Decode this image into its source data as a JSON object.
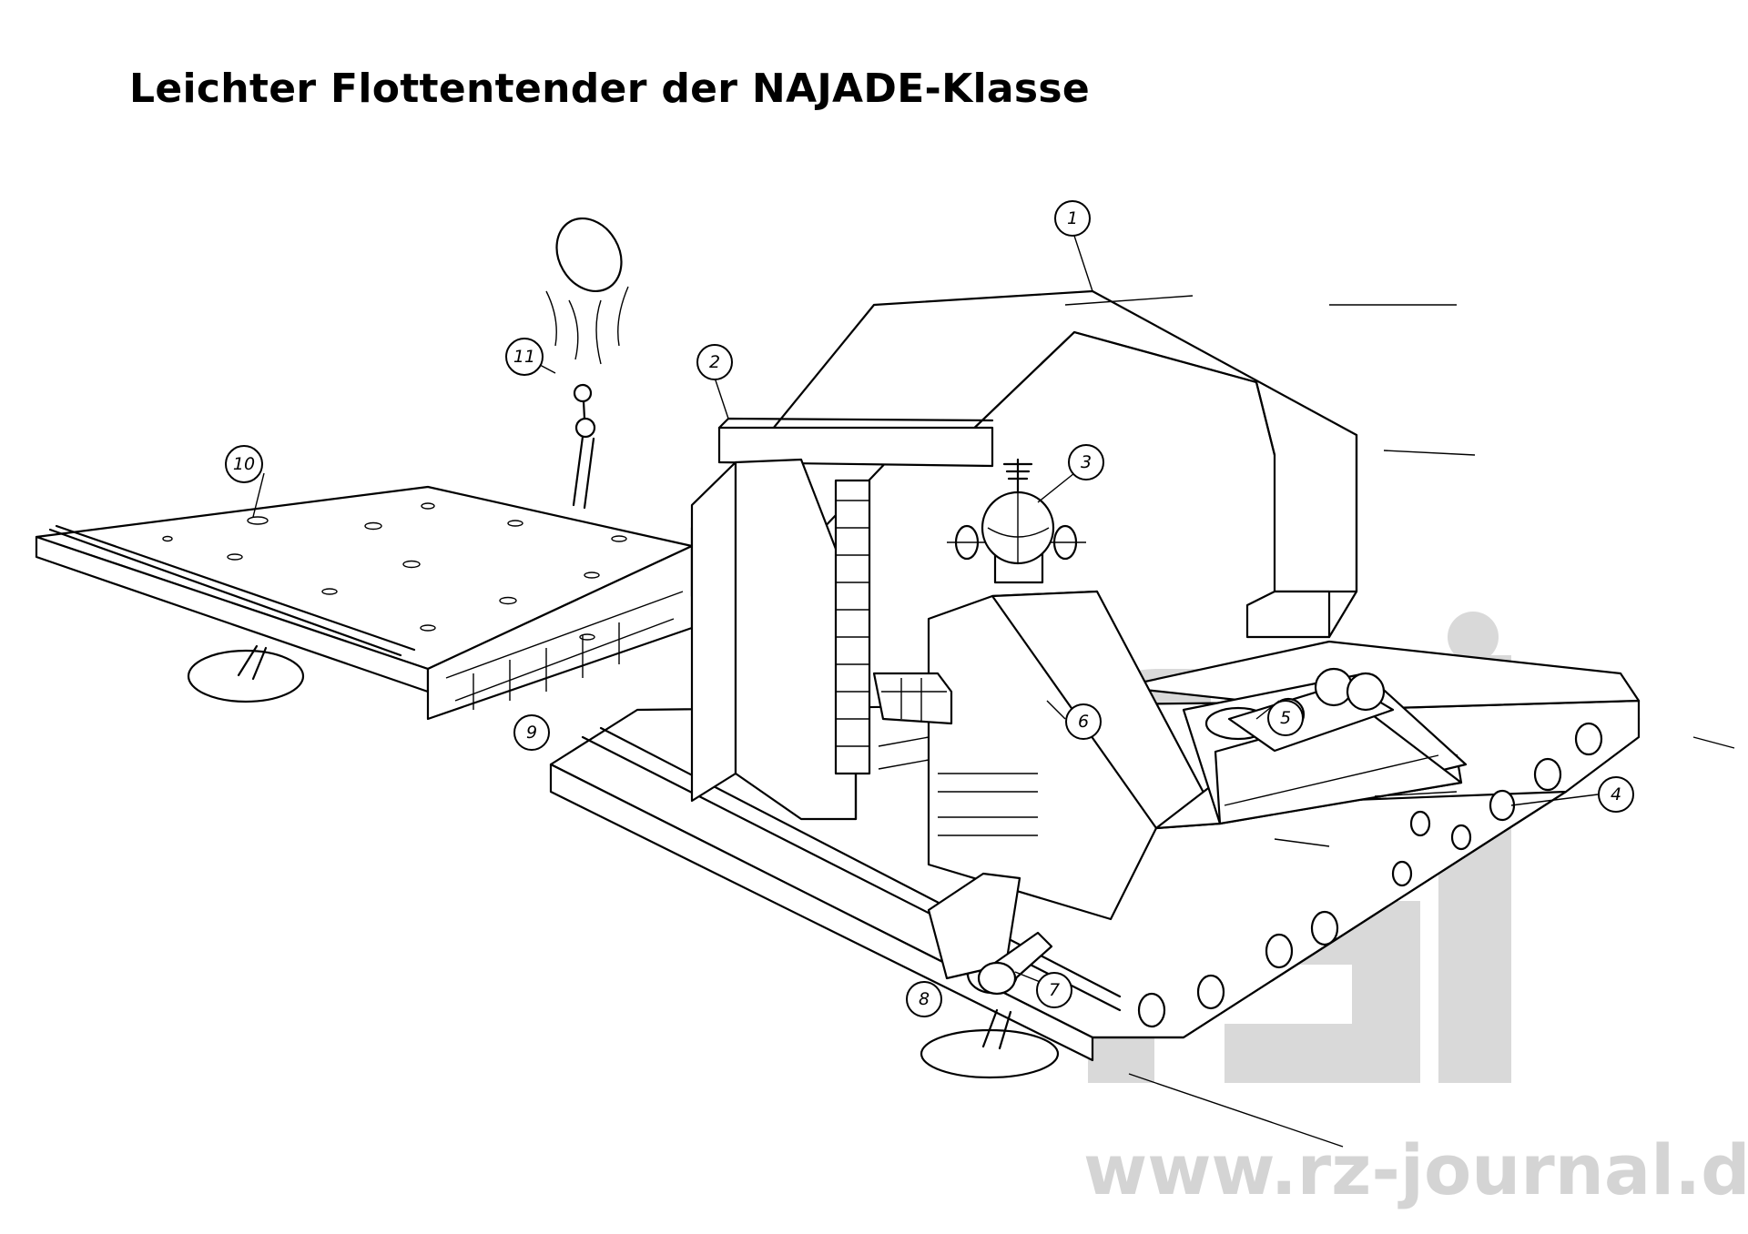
{
  "title": "Leichter Flottentender der NAJADE-Klasse",
  "callouts": [
    "1",
    "2",
    "3",
    "4",
    "5",
    "6",
    "7",
    "8",
    "9",
    "10",
    "11"
  ],
  "watermark": "www.rz-journal.de"
}
